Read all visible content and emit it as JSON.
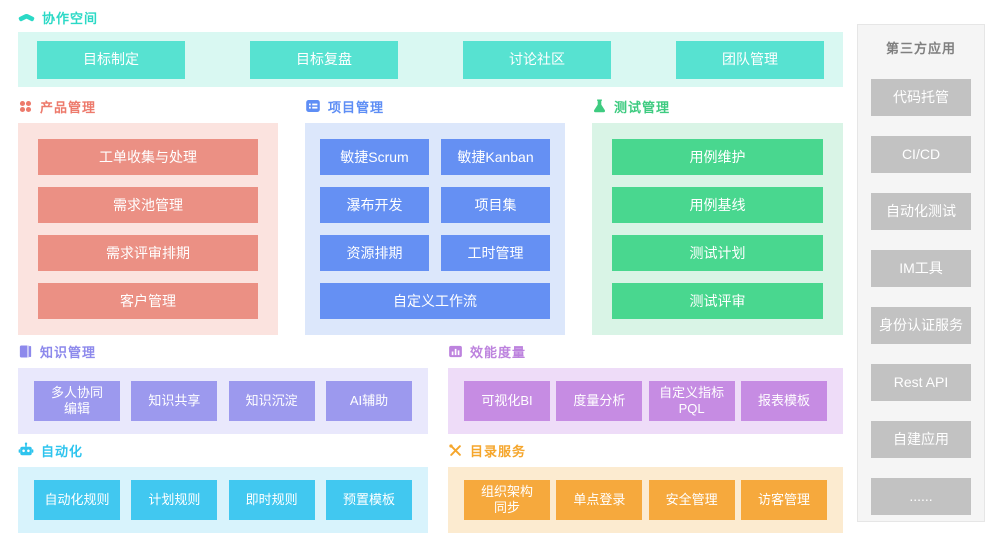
{
  "sections": {
    "collab": {
      "title": "协作空间",
      "icon": "handshake-icon",
      "accent": "#2bd9c6",
      "panel_bg": "#d9f8f2",
      "button_bg": "#57e2d1",
      "items": [
        "目标制定",
        "目标复盘",
        "讨论社区",
        "团队管理"
      ]
    },
    "product": {
      "title": "产品管理",
      "icon": "four-dots-icon",
      "accent": "#ed7a6c",
      "panel_bg": "#fbe3df",
      "button_bg": "#eb9084",
      "items": [
        "工单收集与处理",
        "需求池管理",
        "需求评审排期",
        "客户管理"
      ]
    },
    "project": {
      "title": "项目管理",
      "icon": "task-list-icon",
      "accent": "#5e8ef5",
      "panel_bg": "#dce7fb",
      "button_bg": "#6590f3",
      "items": [
        "敏捷Scrum",
        "敏捷Kanban",
        "瀑布开发",
        "项目集",
        "资源排期",
        "工时管理",
        "自定义工作流"
      ]
    },
    "test": {
      "title": "测试管理",
      "icon": "flask-icon",
      "accent": "#3ecb80",
      "panel_bg": "#d9f4e6",
      "button_bg": "#49d78f",
      "items": [
        "用例维护",
        "用例基线",
        "测试计划",
        "测试评审"
      ]
    },
    "knowledge": {
      "title": "知识管理",
      "icon": "book-icon",
      "accent": "#8d89ec",
      "panel_bg": "#e9e8fc",
      "button_bg": "#9c99ee",
      "items": [
        "多人协同\n编辑",
        "知识共享",
        "知识沉淀",
        "AI辅助"
      ]
    },
    "measure": {
      "title": "效能度量",
      "icon": "bar-chart-icon",
      "accent": "#bd83de",
      "panel_bg": "#eedcf8",
      "button_bg": "#c68ce3",
      "items": [
        "可视化BI",
        "度量分析",
        "自定义指标\nPQL",
        "报表模板"
      ]
    },
    "automation": {
      "title": "自动化",
      "icon": "robot-icon",
      "accent": "#2ec4ee",
      "panel_bg": "#d8f3fc",
      "button_bg": "#41c8f0",
      "items": [
        "自动化规则",
        "计划规则",
        "即时规则",
        "预置模板"
      ]
    },
    "directory": {
      "title": "目录服务",
      "icon": "crossed-tools-icon",
      "accent": "#f5a62c",
      "panel_bg": "#fcebd0",
      "button_bg": "#f6a93d",
      "items": [
        "组织架构\n同步",
        "单点登录",
        "安全管理",
        "访客管理"
      ]
    },
    "third_party": {
      "title": "第三方应用",
      "icon": "none",
      "accent": "#7f7f7f",
      "panel_bg": "#f5f5f5",
      "button_bg": "#c2c2c2",
      "items": [
        "代码托管",
        "CI/CD",
        "自动化测试",
        "IM工具",
        "身份认证服务",
        "Rest API",
        "自建应用",
        "......"
      ]
    }
  }
}
